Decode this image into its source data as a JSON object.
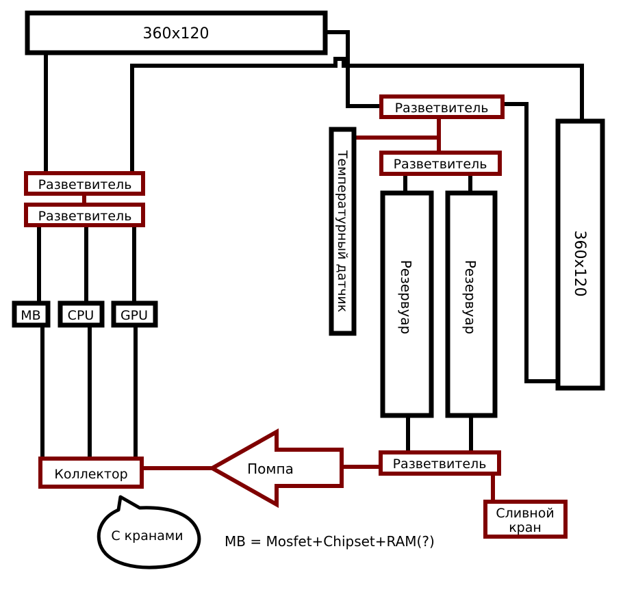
{
  "title": "Схема СВО (жидкостное охлаждение)",
  "colors": {
    "line": "#000000",
    "splitter": "#7f0000",
    "background": "#ffffff"
  },
  "components": {
    "radiator_top": "360x120",
    "radiator_right": "360x120",
    "splitter_right_top": "Разветвитель",
    "splitter_right_mid": "Разветвитель",
    "splitter_left_1": "Разветвитель",
    "splitter_left_2": "Разветвитель",
    "splitter_bottom": "Разветвитель",
    "temp_sensor": "Температурный датчик",
    "reservoir_1": "Резервуар",
    "reservoir_2": "Резервуар",
    "mb": "MB",
    "cpu": "CPU",
    "gpu": "GPU",
    "collector": "Коллектор",
    "pump": "Помпа",
    "drain_valve_line1": "Сливной",
    "drain_valve_line2": "кран",
    "callout": "С кранами"
  },
  "legend": "MB = Mosfet+Chipset+RAM(?)"
}
